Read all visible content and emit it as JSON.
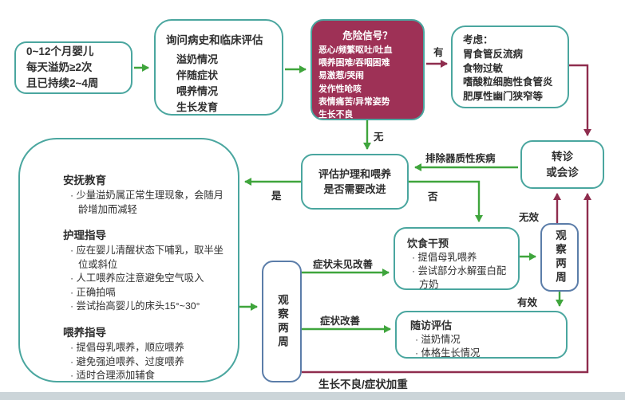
{
  "colors": {
    "box_border_teal": "#4aa69f",
    "box_border_blue": "#5b7da9",
    "danger_fill": "#9e3156",
    "arrow_green": "#3fa53c",
    "arrow_maroon": "#8f2d4e",
    "text": "#2f2f2f",
    "page_edge": "#ccd5d9"
  },
  "nodes": {
    "infant": {
      "lines": [
        "0~12个月婴儿",
        "每天溢奶≥2次",
        "且已持续2~4周"
      ]
    },
    "assessment": {
      "title": "询问病史和临床评估",
      "items": [
        "溢奶情况",
        "伴随症状",
        "喂养情况",
        "生长发育"
      ]
    },
    "danger": {
      "title": "危险信号？",
      "items": [
        "恶心/频繁呕吐/吐血",
        "喂养困难/吞咽困难",
        "易激惹/哭闹",
        "发作性呛咳",
        "表情痛苦/异常姿势",
        "生长不良"
      ]
    },
    "consider": {
      "title": "考虑：",
      "items": [
        "胃食管反流病",
        "食物过敏",
        "嗜酸粒细胞性食管炎",
        "肥厚性幽门狭窄等"
      ]
    },
    "referral": {
      "lines": [
        "转诊",
        "或会诊"
      ]
    },
    "evaluate": {
      "lines": [
        "评估护理和喂养",
        "是否需要改进"
      ]
    },
    "education": {
      "sections": [
        {
          "title": "安抚教育",
          "items": [
            "少量溢奶属正常生理现象，会随月龄增加而减轻"
          ]
        },
        {
          "title": "护理指导",
          "items": [
            "应在婴儿清醒状态下哺乳，取半坐位或斜位",
            "人工喂养应注意避免空气吸入",
            "正确拍嗝",
            "尝试抬高婴儿的床头15°~30°"
          ]
        },
        {
          "title": "喂养指导",
          "items": [
            "提倡母乳喂养，顺应喂养",
            "避免强迫喂养、过度喂养",
            "适时合理添加辅食"
          ]
        }
      ]
    },
    "observe_mid": {
      "label": "观察两周"
    },
    "diet": {
      "title": "饮食干预",
      "items": [
        "提倡母乳喂养",
        "尝试部分水解蛋白配方奶"
      ]
    },
    "observe_right": {
      "label": "观察两周"
    },
    "followup": {
      "title": "随访评估",
      "items": [
        "溢奶情况",
        "体格生长情况"
      ]
    }
  },
  "edge_labels": {
    "has_danger": "有",
    "no_danger": "无",
    "exclude_organic": "排除器质性疾病",
    "need_improve_yes": "是",
    "need_improve_no": "否",
    "not_improved": "症状未见改善",
    "improved": "症状改善",
    "ineffective": "无效",
    "effective": "有效",
    "worsening": "生长不良/症状加重"
  }
}
